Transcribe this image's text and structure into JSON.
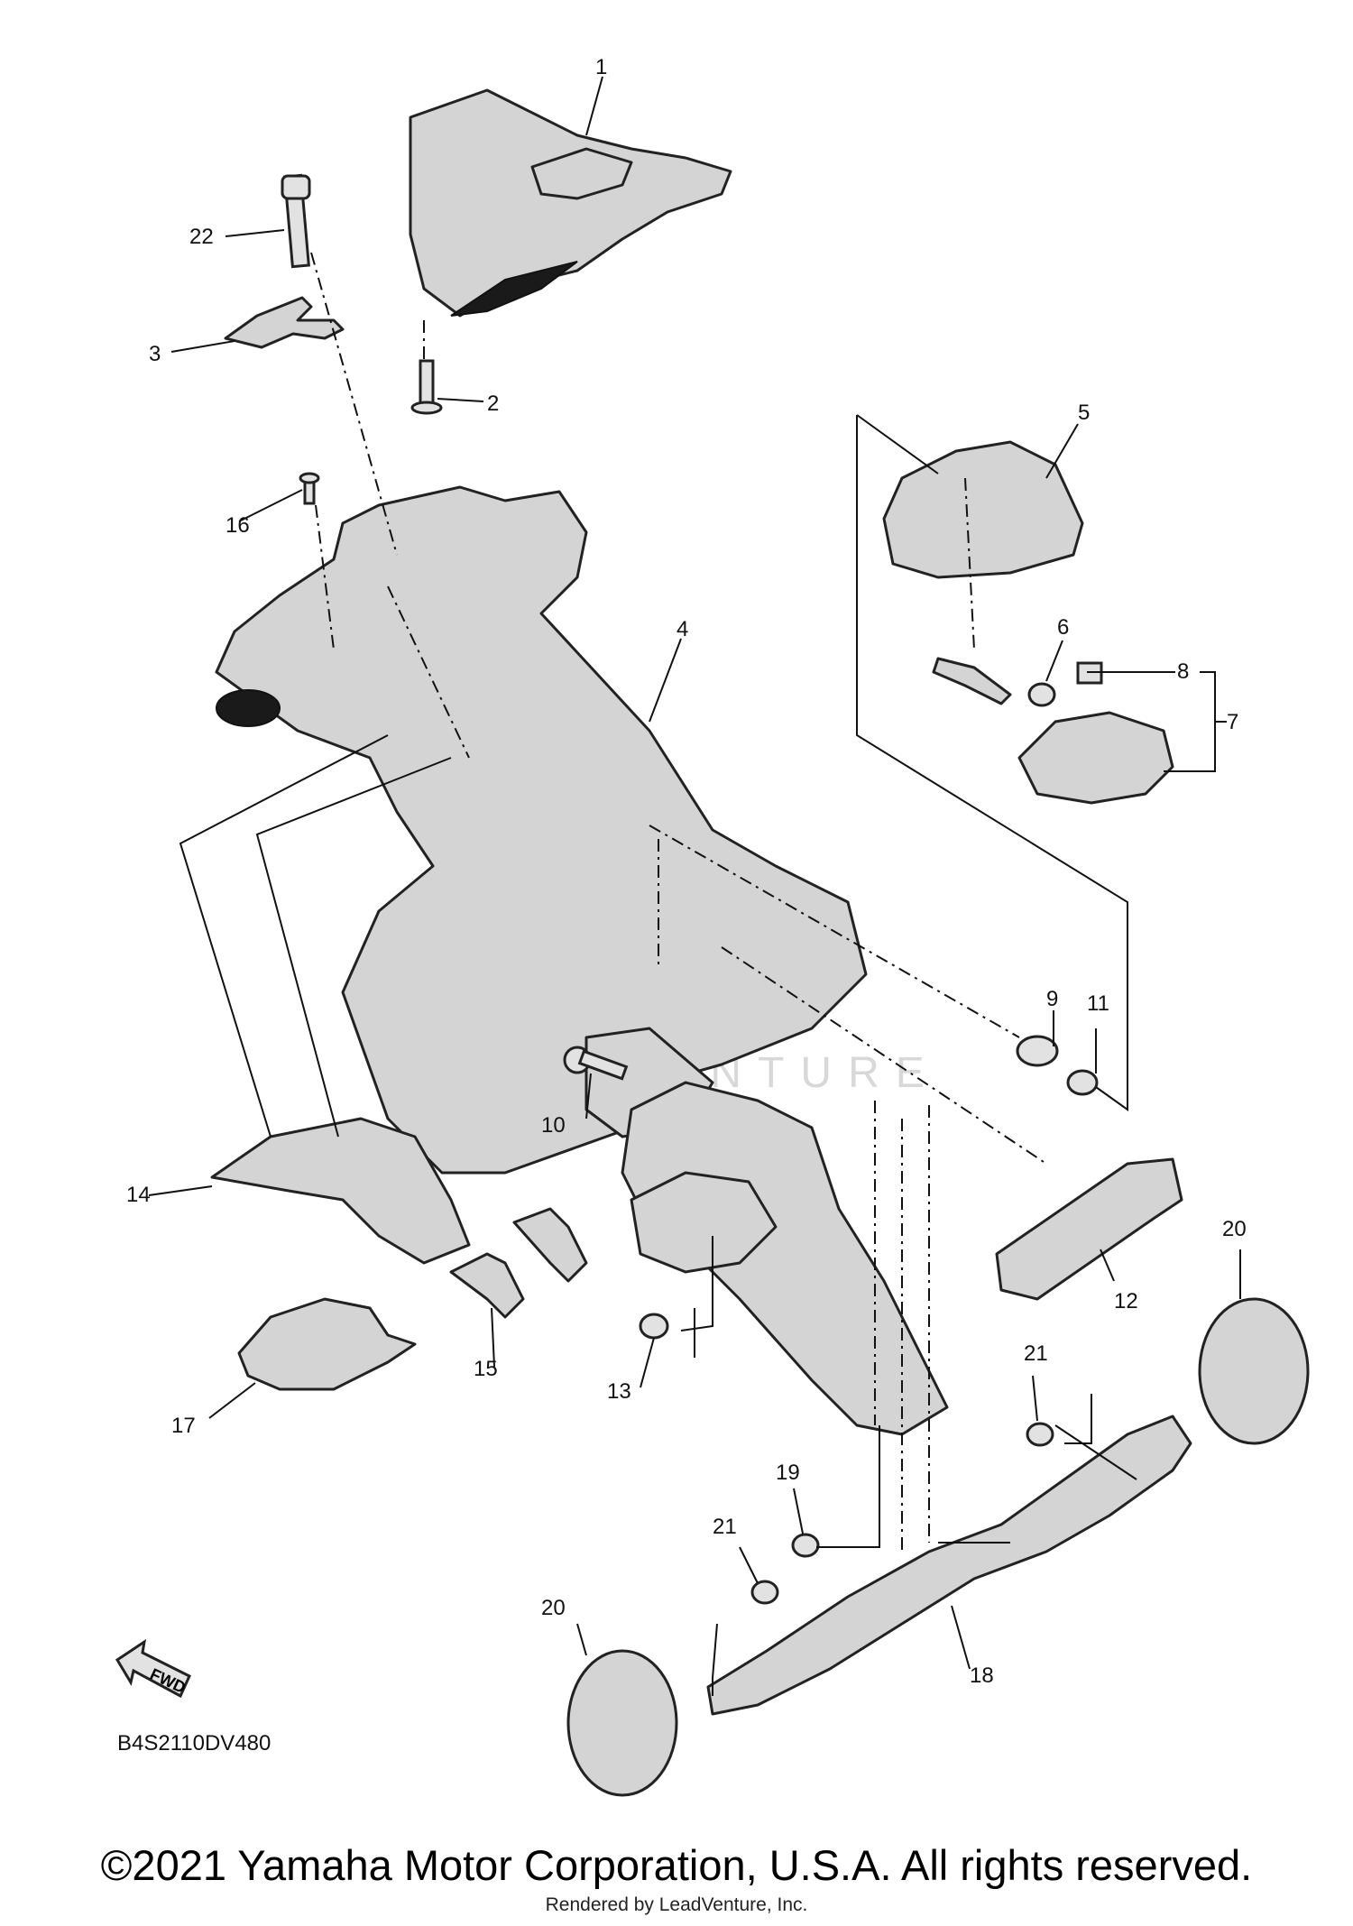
{
  "callouts": {
    "c1": "1",
    "c2": "2",
    "c3": "3",
    "c4": "4",
    "c5": "5",
    "c6": "6",
    "c7": "7",
    "c8": "8",
    "c9": "9",
    "c10": "10",
    "c11": "11",
    "c12": "12",
    "c13": "13",
    "c14": "14",
    "c15": "15",
    "c16": "16",
    "c17": "17",
    "c18": "18",
    "c19": "19",
    "c20a": "20",
    "c20b": "20",
    "c21a": "21",
    "c21b": "21",
    "c22": "22"
  },
  "fwd_label": "FWD",
  "diagram_code": "B4S2110DV480",
  "watermark": "LEADVENTURE",
  "copyright": "©2021 Yamaha Motor Corporation, U.S.A. All rights reserved.",
  "rendered_by": "Rendered by LeadVenture, Inc."
}
